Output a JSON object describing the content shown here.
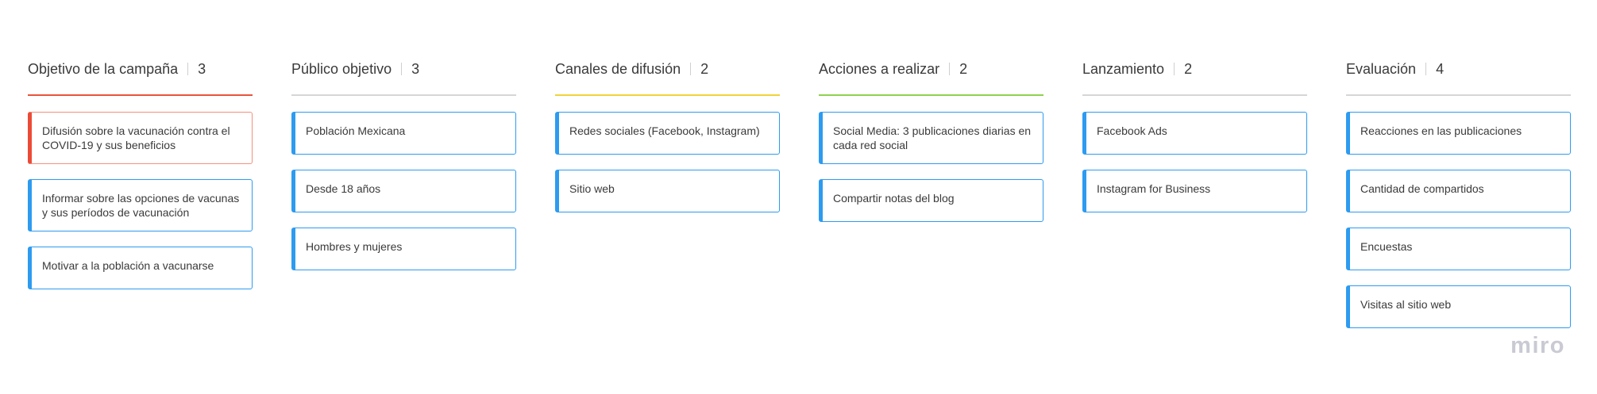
{
  "board": {
    "columns": [
      {
        "title": "Objetivo de la campaña",
        "count": "3",
        "underline_color": "#e8543c",
        "cards": [
          {
            "text": "Difusión sobre la vacunación contra el COVID-19 y sus beneficios",
            "accent": "red"
          },
          {
            "text": "Informar sobre las opciones de vacunas y sus períodos de vacunación",
            "accent": "blue"
          },
          {
            "text": "Motivar a la población a vacunarse",
            "accent": "blue"
          }
        ]
      },
      {
        "title": "Público objetivo",
        "count": "3",
        "underline_color": "#d6d6d6",
        "cards": [
          {
            "text": "Población Mexicana",
            "accent": "blue"
          },
          {
            "text": "Desde 18 años",
            "accent": "blue"
          },
          {
            "text": "Hombres y mujeres",
            "accent": "blue"
          }
        ]
      },
      {
        "title": "Canales de difusión",
        "count": "2",
        "underline_color": "#f2d23a",
        "cards": [
          {
            "text": "Redes sociales (Facebook, Instagram)",
            "accent": "blue"
          },
          {
            "text": "Sitio web",
            "accent": "blue"
          }
        ]
      },
      {
        "title": "Acciones a realizar",
        "count": "2",
        "underline_color": "#8fd14f",
        "cards": [
          {
            "text": "Social Media: 3 publicaciones diarias en cada red social",
            "accent": "blue"
          },
          {
            "text": "Compartir notas del blog",
            "accent": "blue"
          }
        ]
      },
      {
        "title": "Lanzamiento",
        "count": "2",
        "underline_color": "#d6d6d6",
        "cards": [
          {
            "text": "Facebook Ads",
            "accent": "blue"
          },
          {
            "text": "Instagram for Business",
            "accent": "blue"
          }
        ]
      },
      {
        "title": "Evaluación",
        "count": "4",
        "underline_color": "#d6d6d6",
        "cards": [
          {
            "text": "Reacciones en las publicaciones",
            "accent": "blue"
          },
          {
            "text": "Cantidad de compartidos",
            "accent": "blue"
          },
          {
            "text": "Encuestas",
            "accent": "blue"
          },
          {
            "text": "Visitas al sitio web",
            "accent": "blue"
          }
        ]
      }
    ]
  },
  "logo": {
    "text": "miro"
  },
  "colors": {
    "card_border": "#2d9bf0",
    "card_accent_red": "#eb4b36",
    "logo": "#c9cad3"
  }
}
